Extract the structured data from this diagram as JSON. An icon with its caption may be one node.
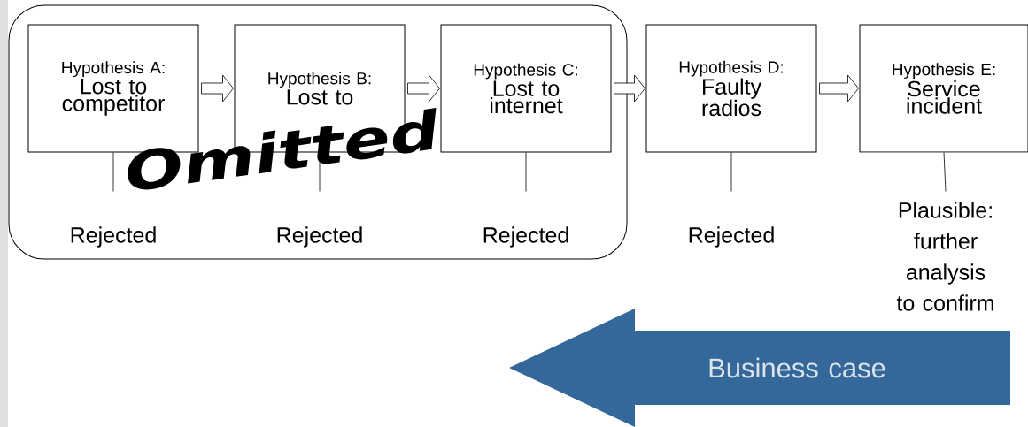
{
  "diagram": {
    "nodes": [
      {
        "text": [],
        "shape": "box"
      },
      {
        "text": [
          "Hypothesis A:",
          "Lost to competitor"
        ],
        "in": 0
      },
      {
        "text": [
          "Hypothesis B:",
          "Lost to"
        ],
        "in": 0
      },
      {
        "text": [
          "Hypothesis C:",
          "Lost to internet"
        ],
        "in": 0
      },
      {
        "text": [
          "Hypothesis D:",
          "Faulty radios"
        ]
      },
      {
        "text": [
          "Hypothesis E:",
          "Service incident"
        ]
      },
      {
        "text": [
          "Rejected"
        ],
        "in": 0
      },
      {
        "text": [
          "Rejected"
        ],
        "in": 0
      },
      {
        "text": [
          "Rejected"
        ],
        "in": 0
      },
      {
        "text": [
          "Rejected"
        ]
      },
      {
        "text": [
          "Plausible: further analysis to confirm"
        ]
      },
      {
        "text": [
          "Business case"
        ]
      }
    ],
    "edges": [
      {
        "from": 1,
        "to": 2,
        "arrow": "to"
      },
      {
        "from": 2,
        "to": 3,
        "arrow": "to"
      },
      {
        "from": 3,
        "to": 4,
        "arrow": "to"
      },
      {
        "from": 4,
        "to": 5,
        "arrow": "to"
      },
      {
        "from": 1,
        "to": 6,
        "arrow": "none"
      },
      {
        "from": 2,
        "to": 7,
        "arrow": "none"
      },
      {
        "from": 3,
        "to": 8,
        "arrow": "none"
      },
      {
        "from": 4,
        "to": 9,
        "arrow": "none"
      },
      {
        "from": 5,
        "to": 10,
        "arrow": "none"
      }
    ],
    "labels": [
      "Omitted"
    ]
  }
}
